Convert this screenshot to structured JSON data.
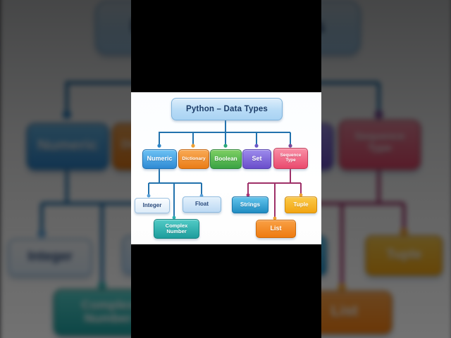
{
  "frame": {
    "format": "vertical-video-still",
    "letterbox_color": "#000000"
  },
  "diagram": {
    "title": {
      "label": "Python – Data Types",
      "color": "#b7dbf6",
      "text_color": "#1c3c68"
    },
    "level2": [
      {
        "id": "numeric",
        "label": "Numeric",
        "color": "#3b92d8"
      },
      {
        "id": "dictionary",
        "label": "Dictionary",
        "color": "#ee8a2c"
      },
      {
        "id": "boolean",
        "label": "Boolean",
        "color": "#4cae4f"
      },
      {
        "id": "set",
        "label": "Set",
        "color": "#7b63d8"
      },
      {
        "id": "sequence-type",
        "label": "Sequence Type",
        "color": "#ef5f80"
      }
    ],
    "numeric_children": [
      {
        "id": "integer",
        "label": "Integer",
        "color": "#eaf3fb"
      },
      {
        "id": "float",
        "label": "Float",
        "color": "#c9e2f6"
      },
      {
        "id": "complex-number",
        "label": "Complex Number",
        "color": "#2cb0ad"
      }
    ],
    "sequence_children": [
      {
        "id": "strings",
        "label": "Strings",
        "color": "#2d9fd2"
      },
      {
        "id": "tuple",
        "label": "Tuple",
        "color": "#f6b01e"
      },
      {
        "id": "list",
        "label": "List",
        "color": "#f28118"
      }
    ],
    "palette": {
      "connector_left": "#2272ad",
      "connector_right": "#9e3068",
      "dot_blue": "#2e86c8",
      "dot_orange": "#f0a030",
      "dot_teal": "#2aa878",
      "dot_purple": "#6a58c8",
      "dot_magenta_purple": "#7a4898",
      "dot_lightblue": "#5aa0d8",
      "dot_teal2": "#2ab0b0",
      "dot_magenta": "#a83572"
    }
  }
}
